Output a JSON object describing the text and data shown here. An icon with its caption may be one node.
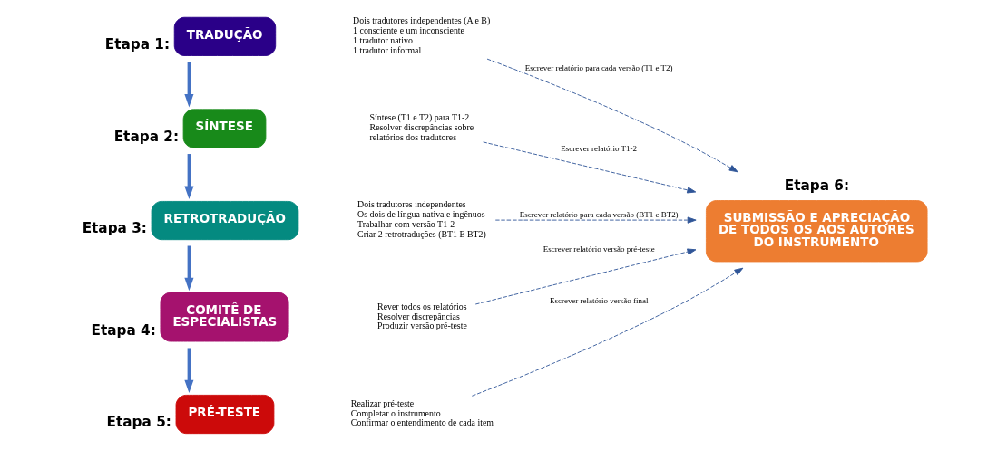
{
  "diagram": {
    "nodes": [
      {
        "text": [
          "TRADUÇÃO"
        ],
        "beside": [
          "Etapa 1:"
        ]
      },
      {
        "text": [
          "Dois tradutores independentes (A e B)",
          "1 consciente e um inconsciente",
          "1 tradutor nativo",
          "1 tradutor informal"
        ]
      },
      {
        "text": [
          "SÍNTESE"
        ],
        "beside": [
          "Etapa 2:"
        ]
      },
      {
        "text": [
          "Síntese (T1 e T2) para T1-2",
          "Resolver discrepâncias sobre relatórios dos tradutores"
        ]
      },
      {
        "text": [
          "RETROTRADUÇÃO"
        ],
        "beside": [
          "Etapa 3:"
        ]
      },
      {
        "text": [
          "Dois tradutores independentes",
          "Os dois de língua nativa e ingênuos",
          "Trabalhar com versão T1-2",
          "Criar 2 retrotraduções (BT1 E BT2)"
        ]
      },
      {
        "text": [
          "COMITÊ DE ESPECIALISTAS"
        ],
        "beside": [
          "Etapa 4:"
        ]
      },
      {
        "text": [
          "Rever todos os relatórios",
          "Resolver discrepâncias",
          "Produzir versão pré-teste"
        ]
      },
      {
        "text": [
          "PRÉ-TESTE"
        ],
        "beside": [
          "Etapa 5:"
        ]
      },
      {
        "text": [
          "Realizar pré-teste",
          "Completar o instrumento",
          "Confirmar o entendimento de cada item"
        ]
      },
      {
        "text": [
          "SUBMISSÃO E APRECIAÇÃO DE TODOS OS AOS AUTORES DO INSTRUMENTO"
        ],
        "beside": [
          "Etapa 6:"
        ]
      }
    ],
    "edges": [
      {
        "from": 0,
        "to": 2,
        "arrow": "to",
        "style": "thick",
        "color": "#4472c4"
      },
      {
        "from": 2,
        "to": 4,
        "arrow": "to",
        "style": "thick",
        "color": "#4472c4"
      },
      {
        "from": 4,
        "to": 6,
        "arrow": "to",
        "style": "thick",
        "color": "#4472c4"
      },
      {
        "from": 6,
        "to": 8,
        "arrow": "to",
        "style": "thick",
        "color": "#4472c4"
      },
      {
        "from": 1,
        "to": 10,
        "arrow": "to",
        "style": "dashed",
        "label": "Escrever relatório para cada versão (T1 e T2)"
      },
      {
        "from": 3,
        "to": 10,
        "arrow": "to",
        "style": "dashed",
        "label": "Escrever relatório T1-2"
      },
      {
        "from": 5,
        "to": 10,
        "arrow": "to",
        "style": "dashed",
        "label": "Escrever relatório para cada versão (BT1 e BT2)"
      },
      {
        "from": 7,
        "to": 10,
        "arrow": "to",
        "style": "dashed",
        "label": "Escrever relatório versão pré-teste"
      },
      {
        "from": 9,
        "to": 10,
        "arrow": "to",
        "style": "dashed",
        "label": "Escrever relatório versão final"
      }
    ]
  }
}
